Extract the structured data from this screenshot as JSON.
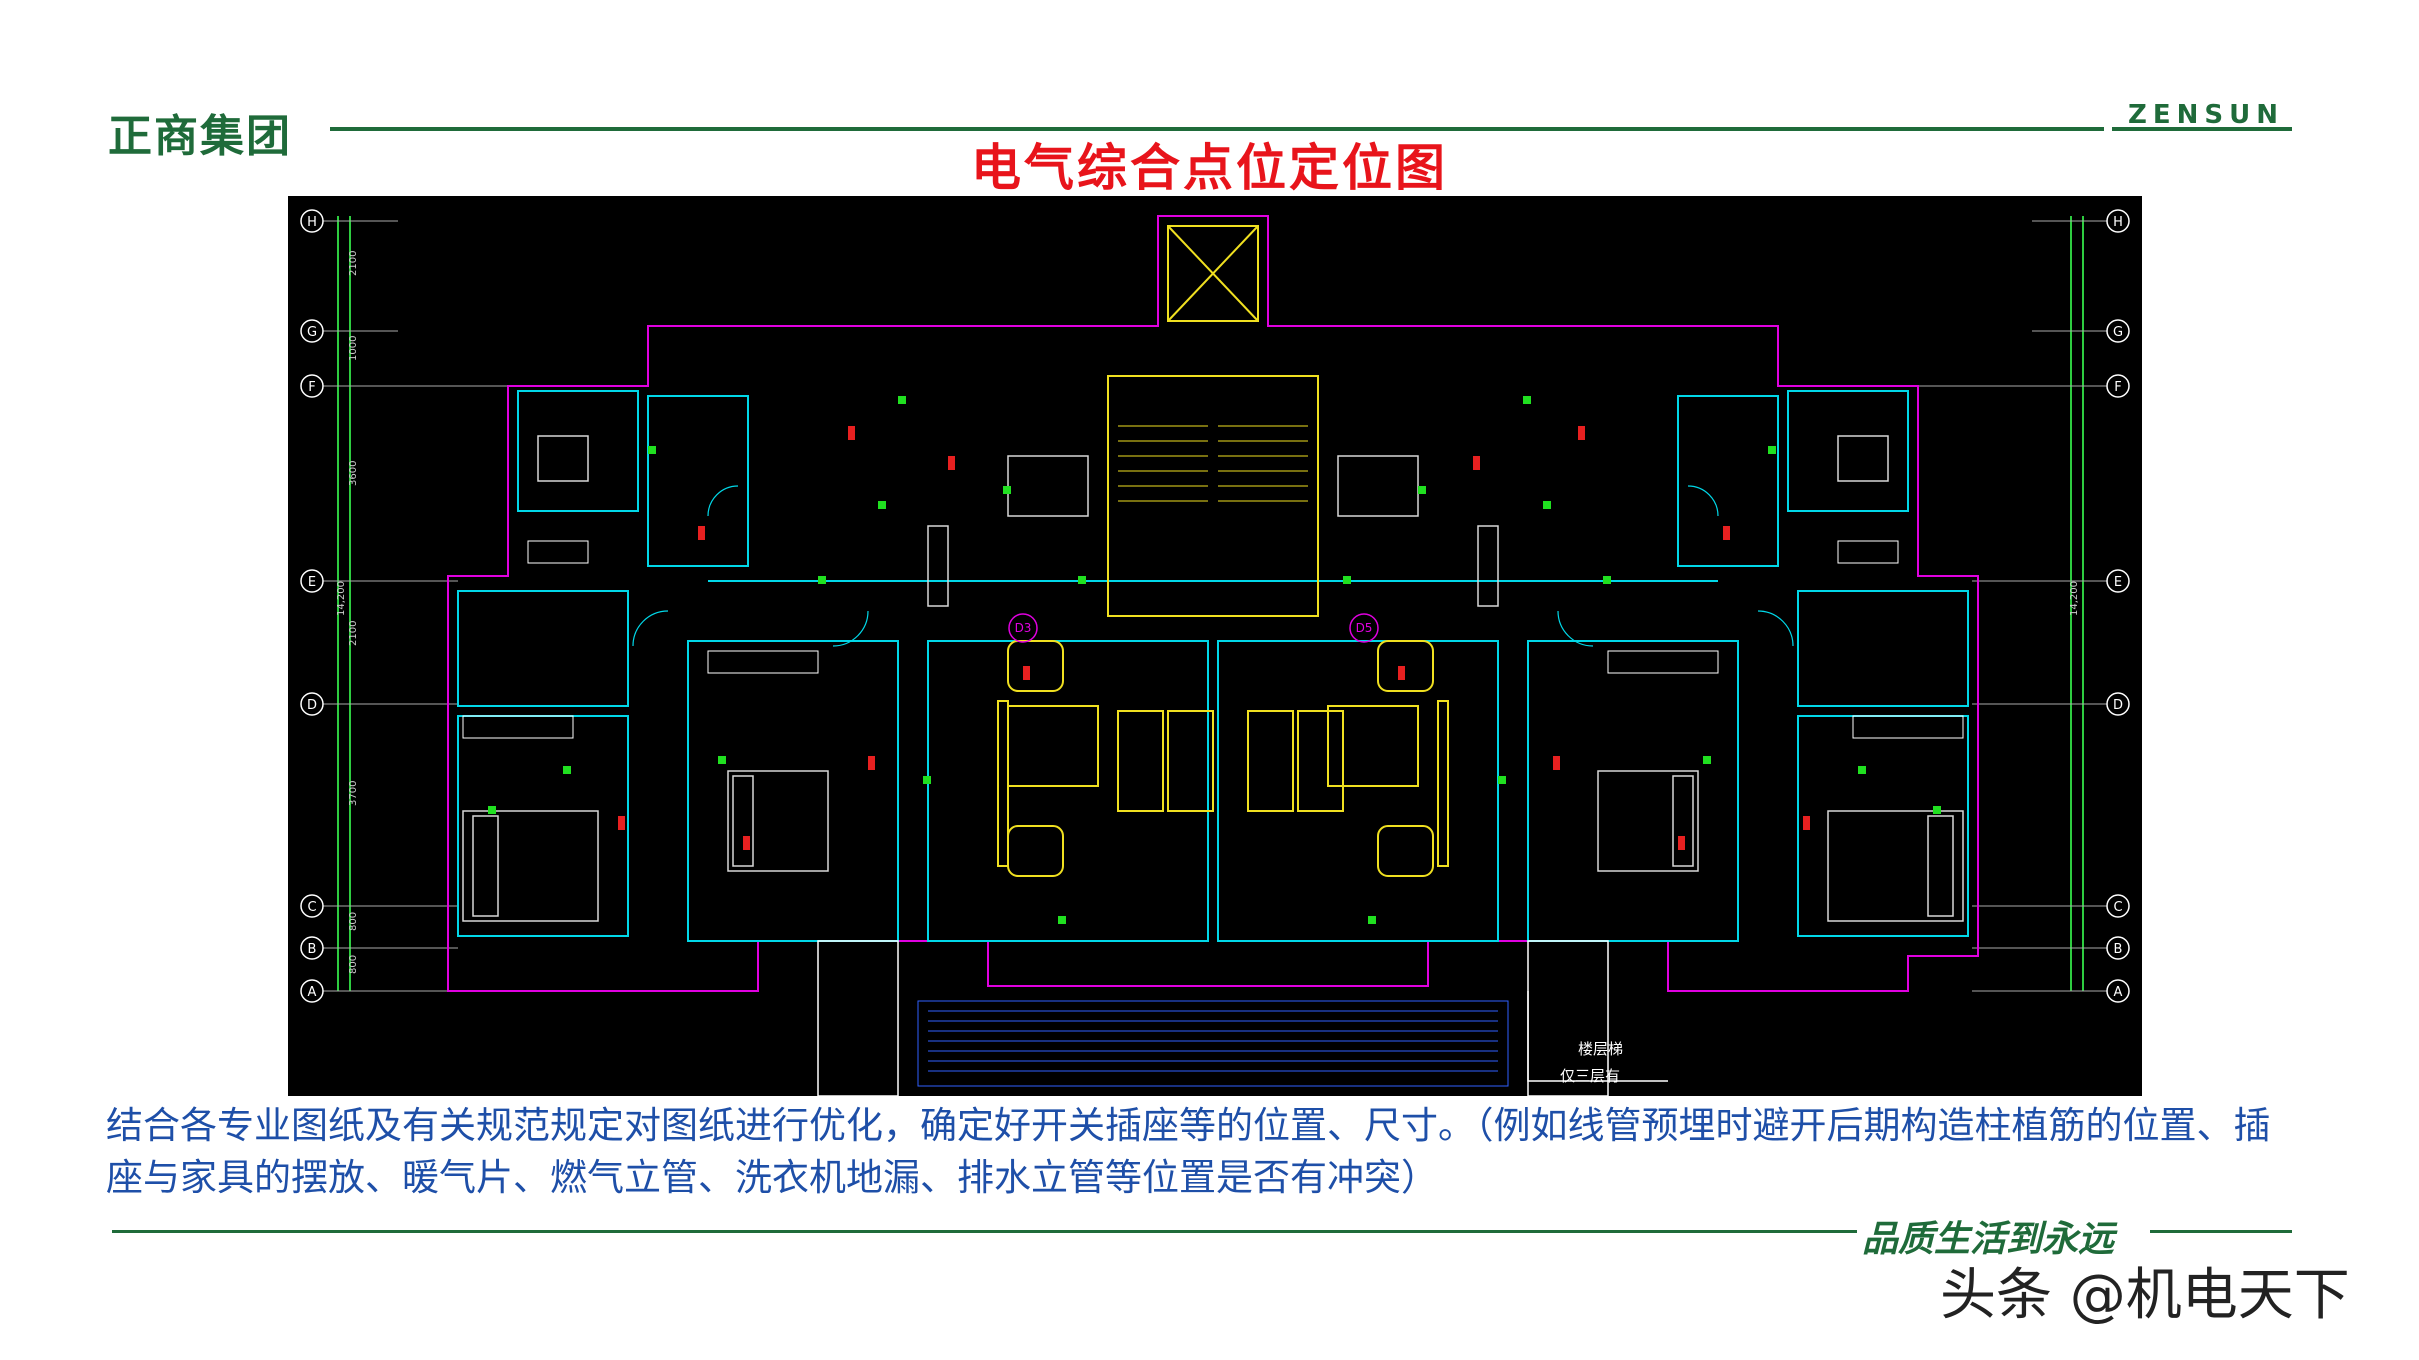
{
  "header": {
    "logo_cn": "正商集团",
    "logo_en": "ZENSUN",
    "title": "电气综合点位定位图"
  },
  "drawing": {
    "axis_left": [
      "H",
      "G",
      "F",
      "E",
      "D",
      "C",
      "B",
      "A"
    ],
    "axis_right": [
      "H",
      "G",
      "F",
      "E",
      "D",
      "C",
      "B",
      "A"
    ],
    "dims_left": [
      "2100",
      "1000",
      "3600",
      "2100",
      "3700",
      "800",
      "800"
    ],
    "total_dim": "14,200",
    "room_tags": [
      "D3",
      "D5"
    ],
    "note_line1": "楼层梯",
    "note_line2": "仅三层有"
  },
  "description": "结合各专业图纸及有关规范规定对图纸进行优化，确定好开关插座等的位置、尺寸。（例如线管预埋时避开后期构造柱植筋的位置、插座与家具的摆放、暖气片、燃气立管、洗衣机地漏、排水立管等位置是否有冲突）",
  "footer": {
    "slogan": "品质生活到永远",
    "watermark": "头条 @机电天下"
  },
  "colors": {
    "brand_green": "#1f6b3a",
    "title_red": "#e8141b",
    "text_blue": "#1e4fa8",
    "cad_bg": "#000000"
  }
}
